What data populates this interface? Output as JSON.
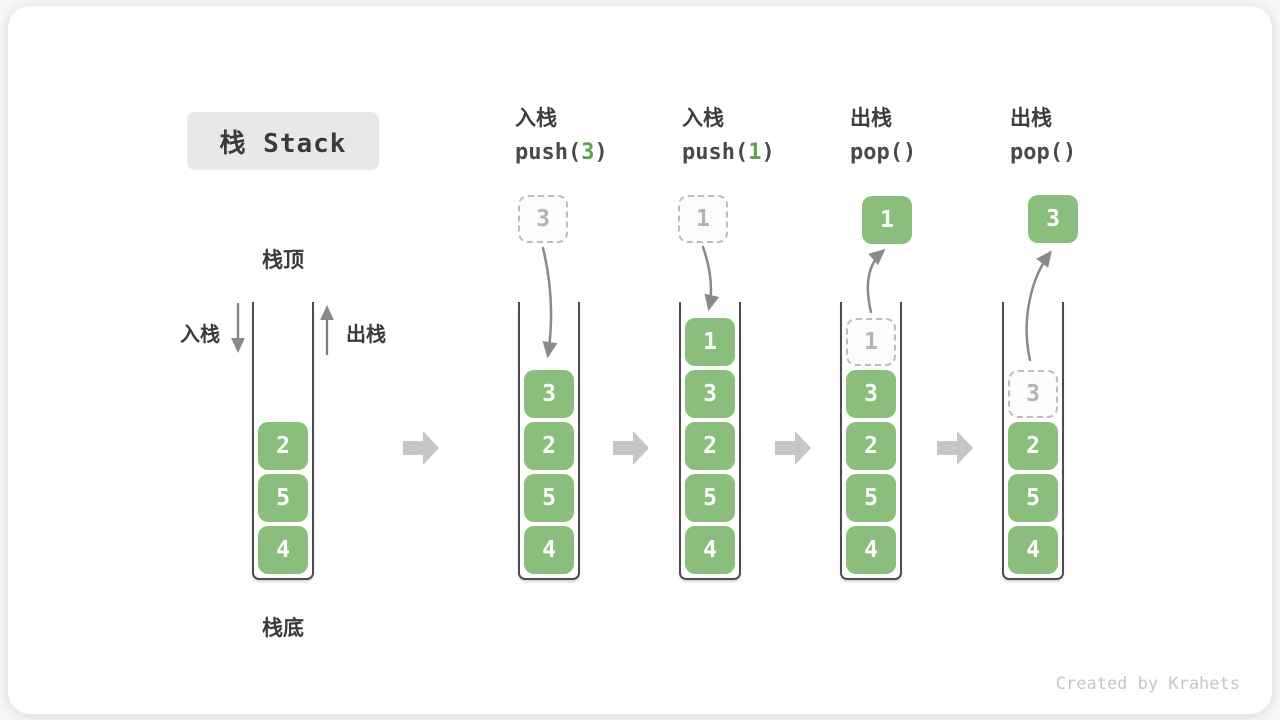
{
  "title": {
    "label": "栈 Stack"
  },
  "operations": [
    {
      "cn": "入栈",
      "code_pre": "push(",
      "code_arg": "3",
      "code_post": ")"
    },
    {
      "cn": "入栈",
      "code_pre": "push(",
      "code_arg": "1",
      "code_post": ")"
    },
    {
      "cn": "出栈",
      "code_pre": "pop()",
      "code_arg": "",
      "code_post": ""
    },
    {
      "cn": "出栈",
      "code_pre": "pop()",
      "code_arg": "",
      "code_post": ""
    }
  ],
  "stack_labels": {
    "top": "栈顶",
    "bottom": "栈底",
    "push": "入栈",
    "pop": "出栈"
  },
  "floating": {
    "push_box_1": "3",
    "push_box_2": "1",
    "pop_box_1": "1",
    "pop_box_2": "3"
  },
  "stacks": [
    {
      "blocks": [
        "2",
        "5",
        "4"
      ]
    },
    {
      "blocks": [
        "3",
        "2",
        "5",
        "4"
      ]
    },
    {
      "blocks": [
        "1",
        "3",
        "2",
        "5",
        "4"
      ]
    },
    {
      "ghost": "1",
      "blocks": [
        "3",
        "2",
        "5",
        "4"
      ]
    },
    {
      "ghost": "3",
      "blocks": [
        "2",
        "5",
        "4"
      ]
    }
  ],
  "colors": {
    "block_green": "#8bbe7d",
    "code_green": "#5da04f",
    "arrow_gray": "#8a8a8a",
    "big_arrow_gray": "#c6c6c6"
  },
  "footer": {
    "credit": "Created by Krahets"
  }
}
